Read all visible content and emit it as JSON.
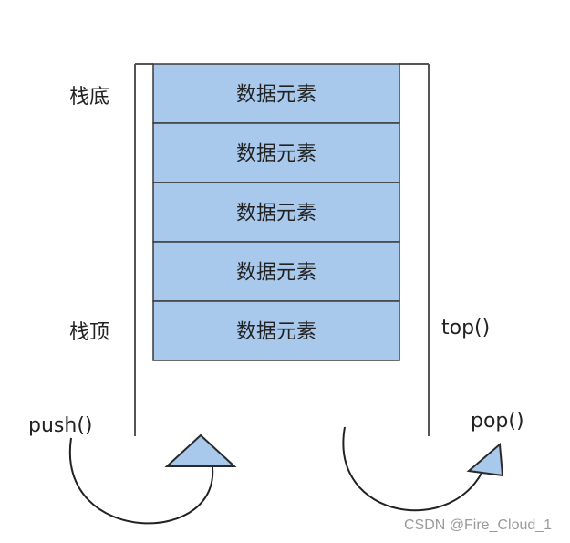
{
  "labels": {
    "bottom": "栈底",
    "top": "栈顶",
    "push": "push()",
    "pop": "pop()",
    "top_fn": "top()"
  },
  "stack": {
    "elements": [
      "数据元素",
      "数据元素",
      "数据元素",
      "数据元素",
      "数据元素"
    ]
  },
  "colors": {
    "cell_fill": "#a8c8ec",
    "cell_border": "#3a3a3a",
    "container": "#555555",
    "arrow_fill": "#a8c8ec",
    "arrow_stroke": "#2a2a2a",
    "curve": "#222222"
  },
  "watermark": "CSDN @Fire_Cloud_1"
}
